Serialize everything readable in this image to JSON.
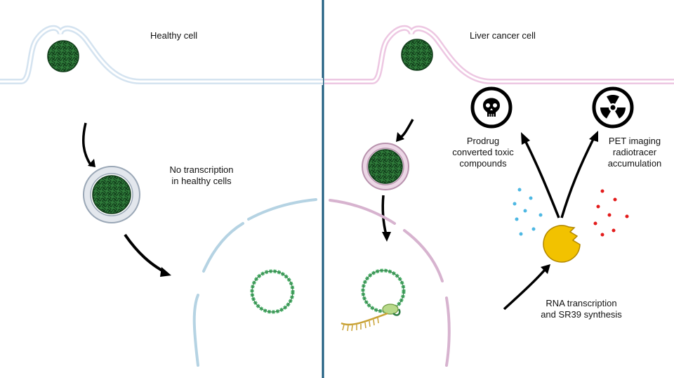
{
  "panels": {
    "healthy": {
      "title": "Healthy cell",
      "note_line1": "No transcription",
      "note_line2": "in healthy cells",
      "membrane_color": "#cfe0ee",
      "nucleus_color": "#b5d3e3"
    },
    "cancer": {
      "title": "Liver cancer cell",
      "membrane_color": "#edc7e2",
      "nucleus_color": "#d7b3cf",
      "prodrug_line1": "Prodrug",
      "prodrug_line2": "converted toxic",
      "prodrug_line3": "compounds",
      "pet_line1": "PET imaging",
      "pet_line2": "radiotracer",
      "pet_line3": "accumulation",
      "rna_line1": "RNA transcription",
      "rna_line2": "and SR39 synthesis"
    }
  },
  "icons": {
    "left_symbol": "skull-icon",
    "right_symbol": "radiation-icon",
    "enzyme": "pacman-enzyme-icon"
  },
  "colors": {
    "divider": "#1a5a7e",
    "dna_dark": "#1f5e2c",
    "plasmid": "#52b46f",
    "enzyme": "#f2c200",
    "mrna": "#c9a235",
    "dot_blue": "#4eb8e3",
    "dot_red": "#e31b1b"
  }
}
